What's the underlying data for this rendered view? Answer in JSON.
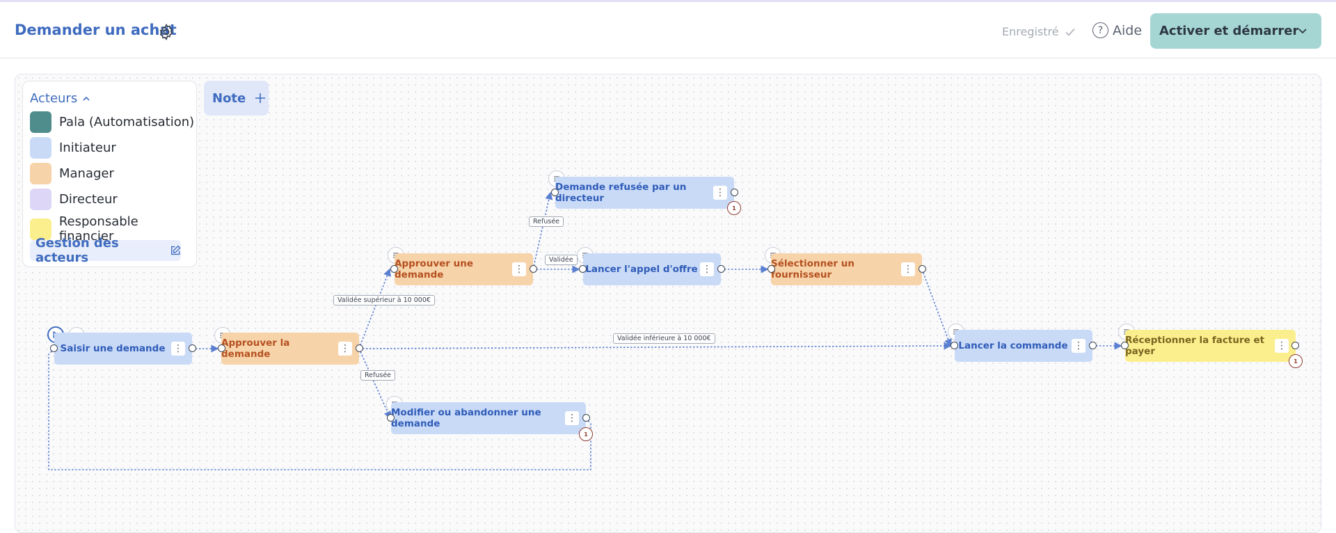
{
  "header": {
    "title": "Demander un achat",
    "saved_label": "Enregistré",
    "help_label": "Aide",
    "help_glyph": "?",
    "activate_label": "Activer et démarrer"
  },
  "actors_panel": {
    "title": "Acteurs",
    "manage_label": "Gestion des acteurs",
    "items": [
      {
        "label": "Pala (Automatisation)",
        "color": "#4e8d8b"
      },
      {
        "label": "Initiateur",
        "color": "#c9daf7"
      },
      {
        "label": "Manager",
        "color": "#f7d3aa"
      },
      {
        "label": "Directeur",
        "color": "#ddd6f7"
      },
      {
        "label": "Responsable financier",
        "color": "#fbef8d"
      }
    ]
  },
  "toolbar": {
    "note_label": "Note"
  },
  "nodes": {
    "saisir": "Saisir une demande",
    "approuver_la": "Approuver la demande",
    "approuver_une": "Approuver une demande",
    "refusee_directeur": "Demande refusée par un directeur",
    "appel_offre": "Lancer l'appel d'offre",
    "fournisseur": "Sélectionner un fournisseur",
    "commande": "Lancer la commande",
    "facture": "Réceptionner la facture et payer",
    "modifier": "Modifier ou abandonner une demande"
  },
  "edges": {
    "validee_sup": "Validée supérieur à 10 000€",
    "validee_inf": "Validée inférieure à 10 000€",
    "refusee_1": "Refusée",
    "refusee_2": "Refusée",
    "validee": "Validée"
  },
  "badges": {
    "flag_count": "1"
  },
  "icons": {
    "kebab": "⋮"
  },
  "colors": {
    "accent": "#3f6bbf",
    "activate_bg": "#a6d6d4",
    "edge": "#5b7fd1"
  }
}
